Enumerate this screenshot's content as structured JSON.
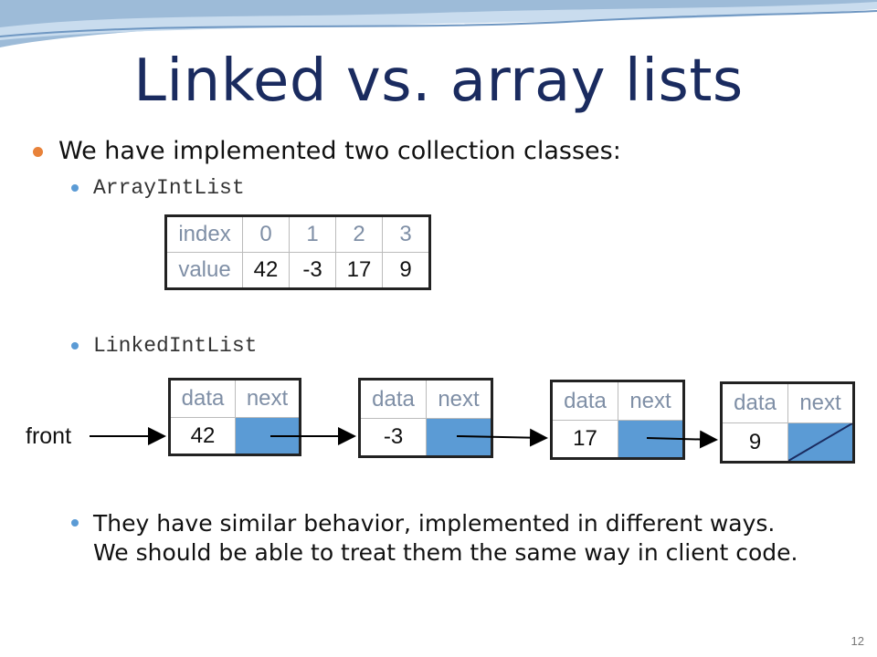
{
  "slide": {
    "title": "Linked vs. array lists",
    "bullet_main": "We have implemented two collection classes:",
    "sub_array": "ArrayIntList",
    "sub_linked": "LinkedIntList",
    "closing_line1": "They have similar behavior, implemented in different ways.",
    "closing_line2": "We should be able to treat them the same way in client code.",
    "page_number": "12"
  },
  "array_table": {
    "index_label": "index",
    "value_label": "value",
    "indices": [
      "0",
      "1",
      "2",
      "3"
    ],
    "values": [
      "42",
      "-3",
      "17",
      "9"
    ]
  },
  "linked_list": {
    "front_label": "front",
    "data_label": "data",
    "next_label": "next",
    "nodes": [
      "42",
      "-3",
      "17",
      "9"
    ]
  },
  "colors": {
    "title": "#1a2b5f",
    "bullet_orange": "#e8823a",
    "bullet_blue": "#5b9bd5",
    "pointer_fill": "#5b9bd5",
    "muted_label": "#7f8fa6"
  }
}
